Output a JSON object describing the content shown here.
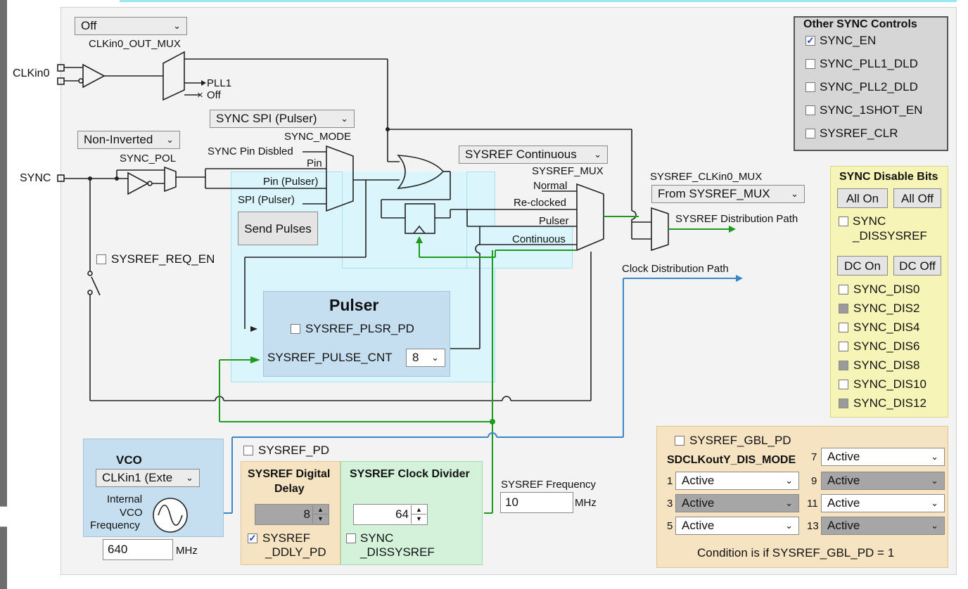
{
  "clk_mux": {
    "value": "Off",
    "label": "CLKin0_OUT_MUX",
    "input": "CLKin0",
    "out_pll1": "PLL1",
    "out_off": "Off"
  },
  "sync_mode": {
    "value": "SYNC SPI (Pulser)",
    "label": "SYNC_MODE",
    "inputs": [
      "SYNC Pin Disbled",
      "Pin",
      "Pin (Pulser)",
      "SPI (Pulser)"
    ]
  },
  "sync_pol": {
    "value": "Non-Inverted",
    "label": "SYNC_POL",
    "input": "SYNC"
  },
  "send_pulses": "Send Pulses",
  "sysref_req_en": "SYSREF_REQ_EN",
  "pulser": {
    "title": "Pulser",
    "plsr_pd": "SYSREF_PLSR_PD",
    "pulse_cnt_label": "SYSREF_PULSE_CNT",
    "pulse_cnt": "8"
  },
  "sysref_mux": {
    "value": "SYSREF Continuous",
    "label": "SYSREF_MUX",
    "inputs": [
      "Normal",
      "Re-clocked",
      "Pulser",
      "Continuous"
    ]
  },
  "clkin0_mux": {
    "label": "SYSREF_CLKin0_MUX",
    "value": "From SYSREF_MUX",
    "path1": "SYSREF Distribution Path",
    "path2": "Clock Distribution Path"
  },
  "other_sync": {
    "title": "Other SYNC Controls",
    "items": [
      {
        "label": "SYNC_EN",
        "checked": true
      },
      {
        "label": "SYNC_PLL1_DLD",
        "checked": false
      },
      {
        "label": "SYNC_PLL2_DLD",
        "checked": false
      },
      {
        "label": "SYNC_1SHOT_EN",
        "checked": false
      },
      {
        "label": "SYSREF_CLR",
        "checked": false
      }
    ]
  },
  "sync_disable": {
    "title": "SYNC Disable Bits",
    "all_on": "All On",
    "all_off": "All Off",
    "sync_dissysref_1": "SYNC",
    "sync_dissysref_2": "_DISSYSREF",
    "dc_on": "DC On",
    "dc_off": "DC Off",
    "items": [
      {
        "label": "SYNC_DIS0",
        "dim": false
      },
      {
        "label": "SYNC_DIS2",
        "dim": true
      },
      {
        "label": "SYNC_DIS4",
        "dim": false
      },
      {
        "label": "SYNC_DIS6",
        "dim": false
      },
      {
        "label": "SYNC_DIS8",
        "dim": true
      },
      {
        "label": "SYNC_DIS10",
        "dim": false
      },
      {
        "label": "SYNC_DIS12",
        "dim": true
      }
    ]
  },
  "vco": {
    "title": "VCO",
    "source": "CLKin1 (Exte",
    "lbl1": "Internal",
    "lbl2": "VCO",
    "lbl3": "Frequency",
    "freq": "640",
    "unit": "MHz"
  },
  "sysref_pd": "SYSREF_PD",
  "ddly": {
    "title1": "SYSREF Digital",
    "title2": "Delay",
    "value": "8",
    "pd1": "SYSREF",
    "pd2": "_DDLY_PD"
  },
  "divider": {
    "title": "SYSREF Clock Divider",
    "value": "64",
    "dis1": "SYNC",
    "dis2": "_DISSYSREF"
  },
  "sysref_freq": {
    "label": "SYSREF Frequency",
    "value": "10",
    "unit": "MHz"
  },
  "gbl": {
    "pd": "SYSREF_GBL_PD",
    "mode_title": "SDCLKoutY_DIS_MODE",
    "rows": [
      {
        "num": "7",
        "value": "Active",
        "gray": false
      },
      {
        "num": "1",
        "value": "Active",
        "gray": false
      },
      {
        "num": "9",
        "value": "Active",
        "gray": true
      },
      {
        "num": "3",
        "value": "Active",
        "gray": true
      },
      {
        "num": "11",
        "value": "Active",
        "gray": false
      },
      {
        "num": "5",
        "value": "Active",
        "gray": false
      },
      {
        "num": "13",
        "value": "Active",
        "gray": true
      }
    ],
    "condition": "Condition is if SYSREF_GBL_PD = 1"
  },
  "colors": {
    "green": "#1e9a1e",
    "blue": "#3a86c8",
    "wire": "#222222"
  }
}
